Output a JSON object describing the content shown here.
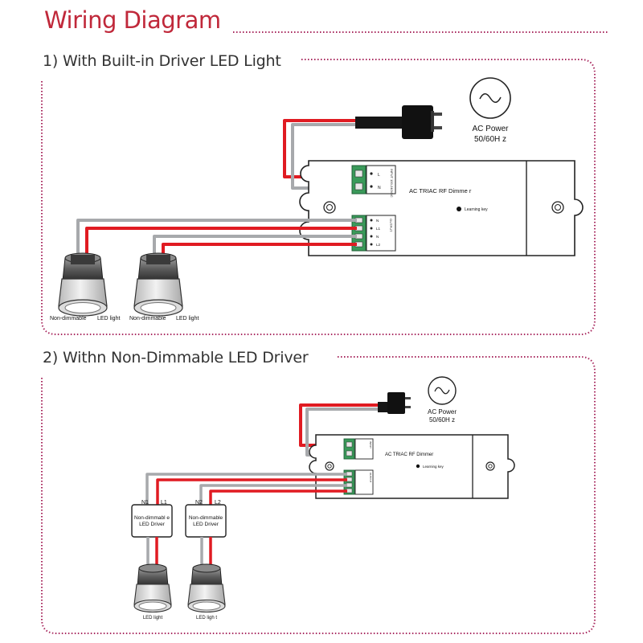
{
  "page_title": "Wiring Diagram",
  "colors": {
    "accent": "#c0283a",
    "border": "#a8285e",
    "wire_red": "#e01b22",
    "wire_gray": "#a7a9ac",
    "terminal_green": "#3a9a5a"
  },
  "section1": {
    "title": "1) With Built-in Driver LED Light",
    "ac_power_label": "AC Power",
    "ac_power_freq": "50/60H z",
    "dimmer_label": "AC TRIAC  RF Dimme r",
    "learning_key_label": "Learning  key",
    "input_block_label": "INPUT 100-240VAC",
    "input_terminals": [
      "L",
      "N"
    ],
    "output_block_label": "OUTPUT",
    "output_terminals": [
      "N",
      "L1",
      "N",
      "L2"
    ],
    "lights": [
      {
        "label_type": "Non-dimmable",
        "label_name": "LED light"
      },
      {
        "label_type": "Non-dimmable",
        "label_name": "LED light"
      }
    ]
  },
  "section2": {
    "title": "2) Withn Non-Dimmable LED Driver",
    "ac_power_label": "AC Power",
    "ac_power_freq": "50/60H z",
    "dimmer_label": "AC TRIAC  RF Dimmer",
    "learning_key_label": "Learning  key",
    "input_block_label": "INPUT",
    "output_block_label": "OUTPUT",
    "drivers": [
      {
        "n_label": "N1",
        "l_label": "L1",
        "line1": "Non-dimmabl  e",
        "line2": "LED Driver"
      },
      {
        "n_label": "N2",
        "l_label": "L2",
        "line1": "Non-dimmable",
        "line2": "LED Driver"
      }
    ],
    "lights": [
      {
        "label": "LED light"
      },
      {
        "label": "LED ligh t"
      }
    ]
  }
}
